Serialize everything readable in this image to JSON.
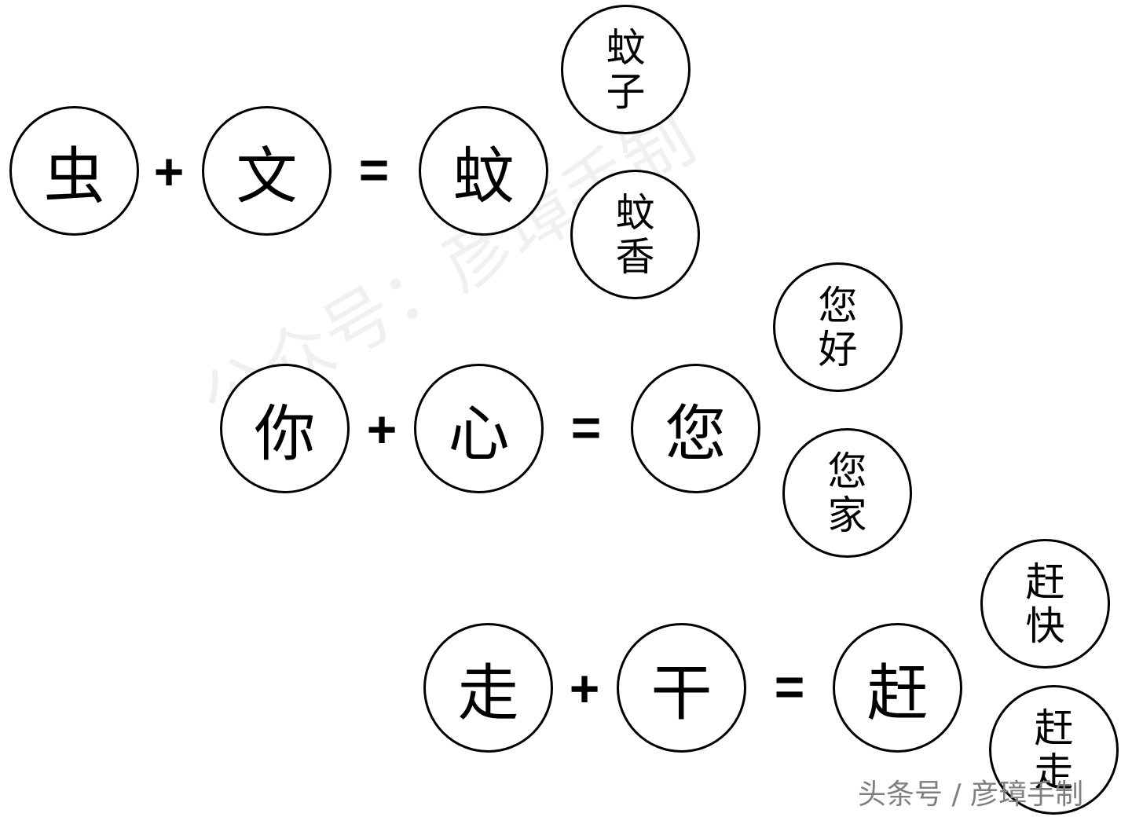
{
  "watermark": "公众号：彦璋手制",
  "footer_mark": "头条号 / 彦璋手制",
  "operators": {
    "plus": "+",
    "equals": "="
  },
  "equations": [
    {
      "left": "虫",
      "right": "文",
      "result": "蚊",
      "words": [
        {
          "top": "蚊",
          "bottom": "子"
        },
        {
          "top": "蚊",
          "bottom": "香"
        }
      ]
    },
    {
      "left": "你",
      "right": "心",
      "result": "您",
      "words": [
        {
          "top": "您",
          "bottom": "好"
        },
        {
          "top": "您",
          "bottom": "家"
        }
      ]
    },
    {
      "left": "走",
      "right": "干",
      "result": "赶",
      "words": [
        {
          "top": "赶",
          "bottom": "快"
        },
        {
          "top": "赶",
          "bottom": "走"
        }
      ]
    }
  ]
}
